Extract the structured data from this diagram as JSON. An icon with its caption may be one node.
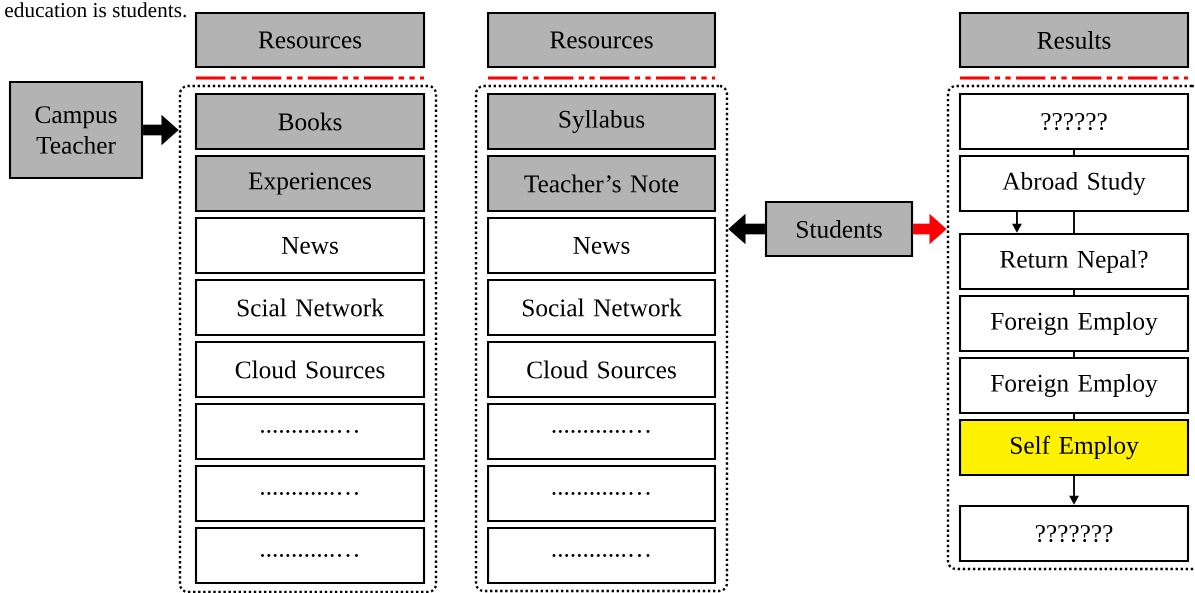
{
  "diagram": {
    "nodes": [
      {
        "text": [
          "Campus Teacher"
        ]
      },
      {
        "text": [
          "Resources"
        ]
      },
      {
        "text": [],
        "shape": "box"
      },
      {
        "text": [
          "Books"
        ],
        "in": 2
      },
      {
        "text": [
          "Experiences"
        ],
        "in": 2
      },
      {
        "text": [
          "News"
        ],
        "in": 2
      },
      {
        "text": [
          "Scial Network"
        ],
        "in": 2
      },
      {
        "text": [
          "Cloud Sources"
        ],
        "in": 2
      },
      {
        "text": [
          "............…"
        ],
        "in": 2
      },
      {
        "text": [
          "............…"
        ],
        "in": 2
      },
      {
        "text": [
          "............…"
        ],
        "in": 2
      },
      {
        "text": [
          "Resources"
        ]
      },
      {
        "text": [],
        "shape": "box"
      },
      {
        "text": [
          "Syllabus"
        ],
        "in": 12
      },
      {
        "text": [
          "Teacher’s Note"
        ],
        "in": 12
      },
      {
        "text": [
          "News"
        ],
        "in": 12
      },
      {
        "text": [
          "Social Network"
        ],
        "in": 12
      },
      {
        "text": [
          "Cloud Sources"
        ],
        "in": 12
      },
      {
        "text": [
          "............…"
        ],
        "in": 12
      },
      {
        "text": [
          "............…"
        ],
        "in": 12
      },
      {
        "text": [
          "............…"
        ],
        "in": 12
      },
      {
        "text": [
          "Students"
        ]
      },
      {
        "text": [
          "Results"
        ]
      },
      {
        "text": [],
        "shape": "box"
      },
      {
        "text": [
          "??????"
        ],
        "in": 23
      },
      {
        "text": [
          "Abroad Study"
        ],
        "in": 23
      },
      {
        "text": [
          "Return Nepal?"
        ],
        "in": 23
      },
      {
        "text": [
          "Foreign Employ"
        ],
        "in": 23
      },
      {
        "text": [
          "Foreign Employ"
        ],
        "in": 23
      },
      {
        "text": [
          "Self Employ"
        ],
        "in": 23
      },
      {
        "text": [
          "???????"
        ],
        "in": 23
      }
    ],
    "edges": [
      {
        "from": 0,
        "to": 2,
        "arrow": "to",
        "style": "thick"
      },
      {
        "from": 21,
        "to": 12,
        "arrow": "to",
        "style": "thick"
      },
      {
        "from": 21,
        "to": 23,
        "arrow": "to",
        "style": "thick",
        "color": "#ff0000"
      },
      {
        "from": 24,
        "to": 25,
        "arrow": "none"
      },
      {
        "from": 25,
        "to": 26,
        "arrow": "to"
      },
      {
        "from": 25,
        "to": 26,
        "arrow": "none"
      },
      {
        "from": 26,
        "to": 27,
        "arrow": "none"
      },
      {
        "from": 27,
        "to": 28,
        "arrow": "none"
      },
      {
        "from": 28,
        "to": 29,
        "arrow": "none"
      },
      {
        "from": 29,
        "to": 30,
        "arrow": "to"
      }
    ],
    "labels": [
      "education is students."
    ]
  }
}
